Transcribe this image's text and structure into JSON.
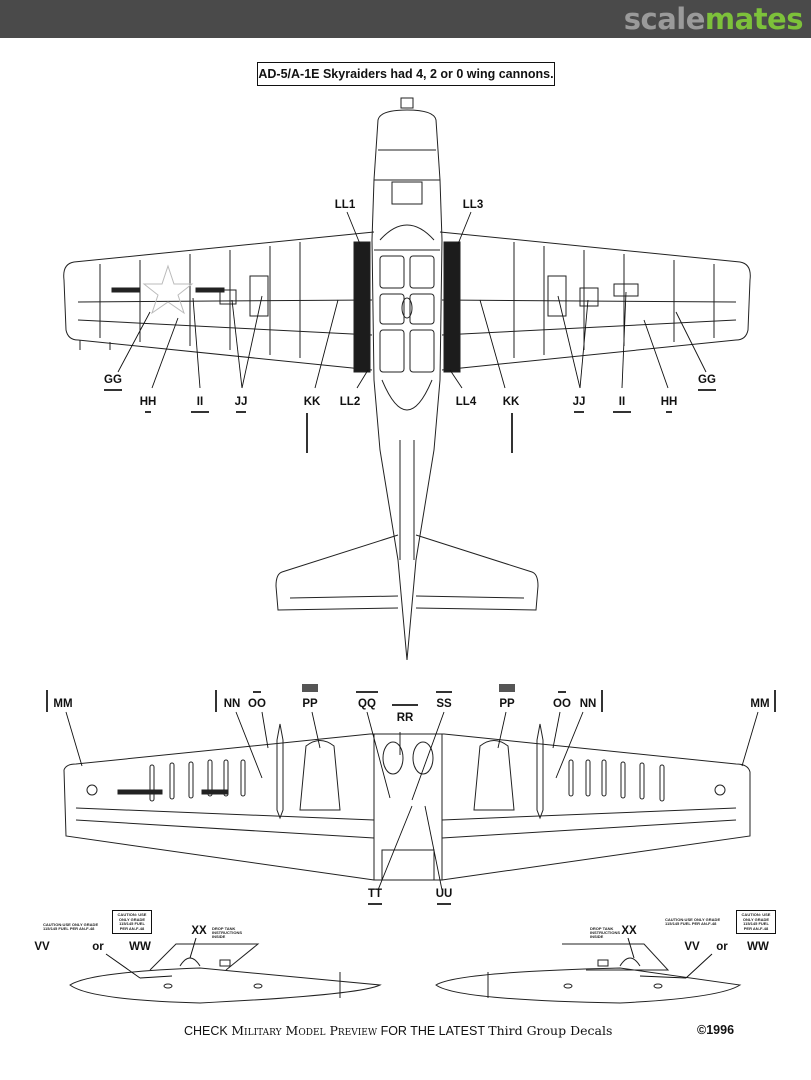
{
  "header": {
    "brand_part1": "scale",
    "brand_part2": "mates",
    "brand_colors": {
      "bar": "#4a4a4a",
      "part1": "#9a9a9a",
      "part2": "#7dc13a"
    }
  },
  "note": "AD-5/A-1E Skyraiders had 4, 2 or 0 wing cannons.",
  "top_view": {
    "title": "upper surface plan view",
    "labels_left": [
      "GG",
      "HH",
      "II",
      "JJ",
      "KK",
      "LL2"
    ],
    "labels_right": [
      "LL4",
      "KK",
      "JJ",
      "II",
      "HH",
      "GG"
    ],
    "labels_top": [
      "LL1",
      "LL3"
    ]
  },
  "bottom_view": {
    "title": "lower surface plan view",
    "labels_top": [
      "MM",
      "NN",
      "OO",
      "PP",
      "QQ",
      "RR",
      "SS",
      "PP",
      "OO",
      "NN",
      "MM"
    ],
    "labels_bottom": [
      "TT",
      "UU"
    ]
  },
  "drop_tanks": {
    "left": {
      "label_a": "VV",
      "or": "or",
      "label_b": "WW",
      "label_c": "XX"
    },
    "right": {
      "label_c": "XX",
      "label_a": "VV",
      "or": "or",
      "label_b": "WW"
    },
    "caution_plain": "CAUTION:USE ONLY GRADE 115/145 FUEL PER AN-F-48",
    "caution_boxed": "CAUTION: USE ONLY GRADE 115/145 FUEL PER AN-F-48",
    "drop_tank_note": "DROP TANK INSTRUCTIONS INSIDE"
  },
  "footer": {
    "check": "CHECK ",
    "mag": "Military Model Preview",
    "mid": " FOR THE LATEST ",
    "brand": "Third Group Decals",
    "copyright": "©1996"
  }
}
